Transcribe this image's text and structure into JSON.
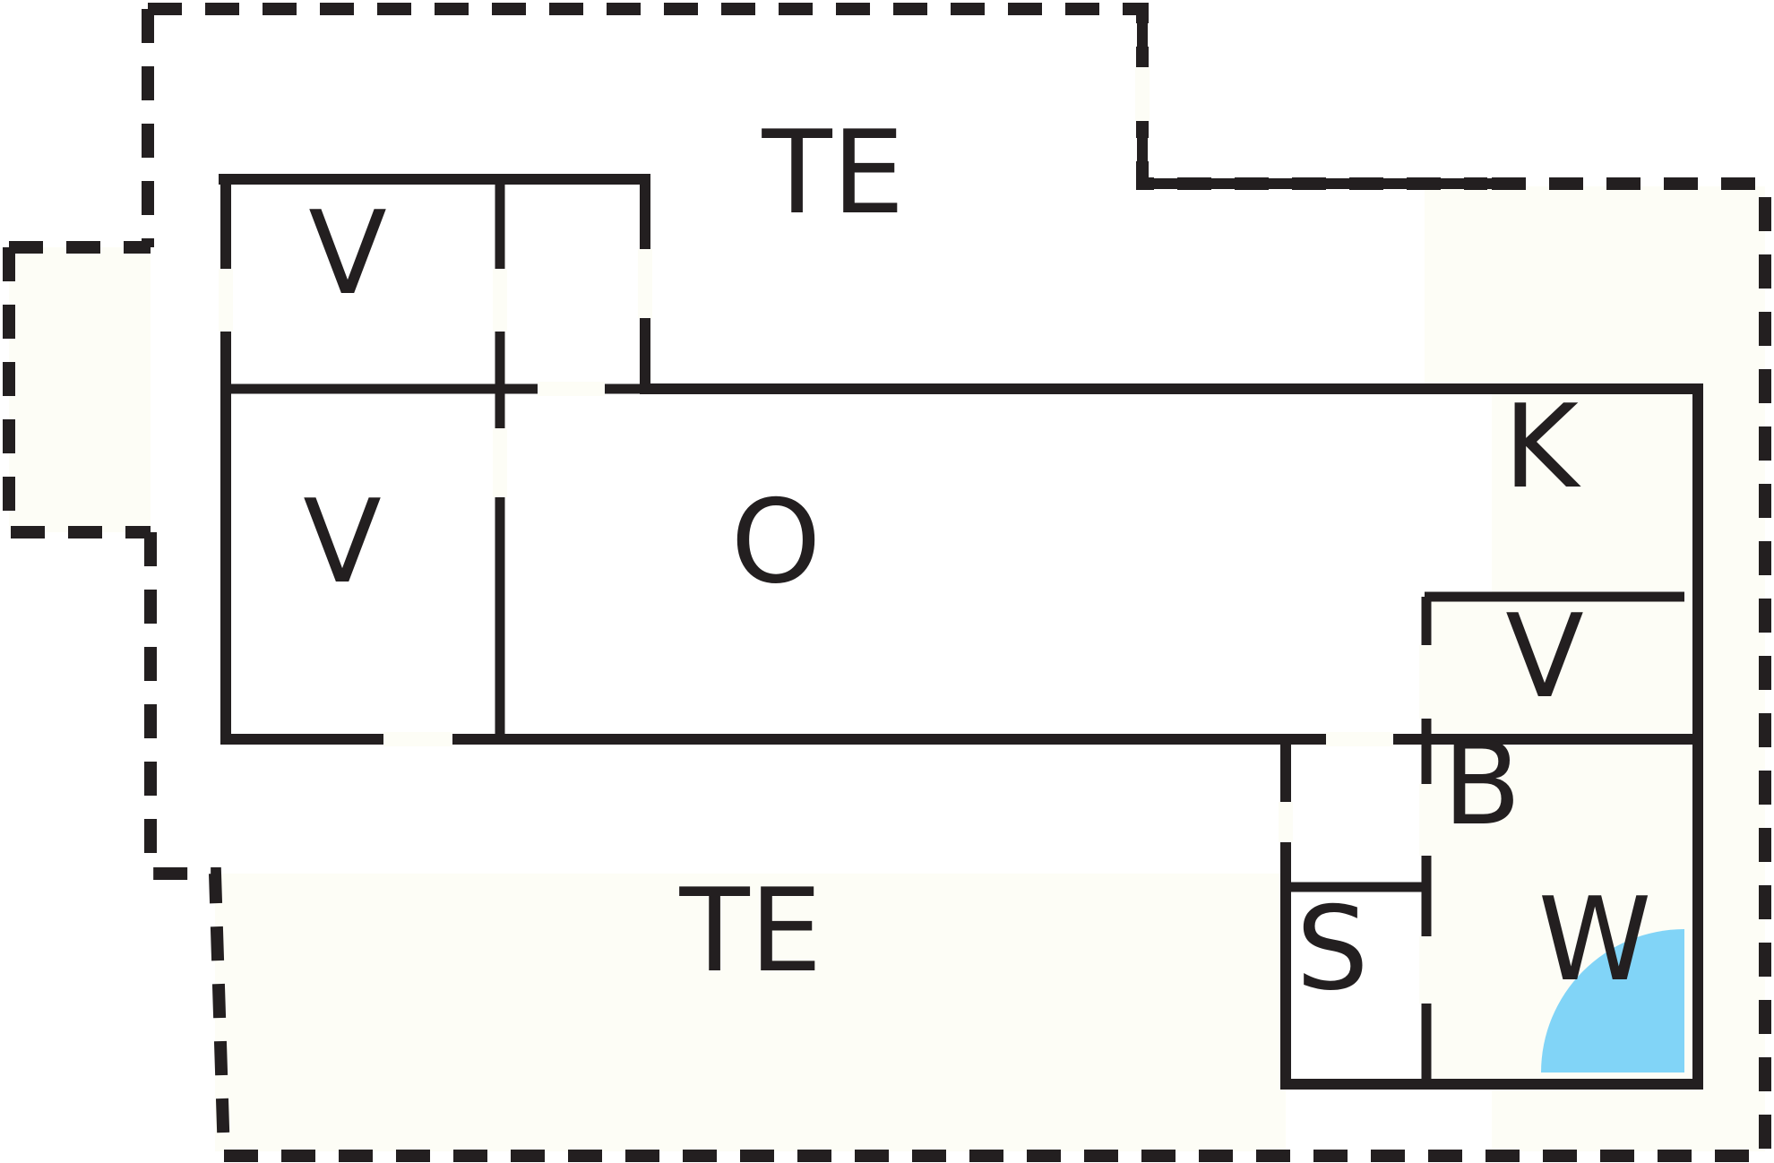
{
  "rooms": {
    "terrace_top": "TE",
    "terrace_bottom": "TE",
    "storage_top_left": "V",
    "storage_mid_left": "V",
    "storage_right": "V",
    "living": "O",
    "kitchen": "K",
    "bath": "B",
    "sauna": "S",
    "wash": "W"
  },
  "colors": {
    "wall": "#231f20",
    "terrace_fill": "#fdfdf6",
    "water_fill": "#81d4f7"
  }
}
